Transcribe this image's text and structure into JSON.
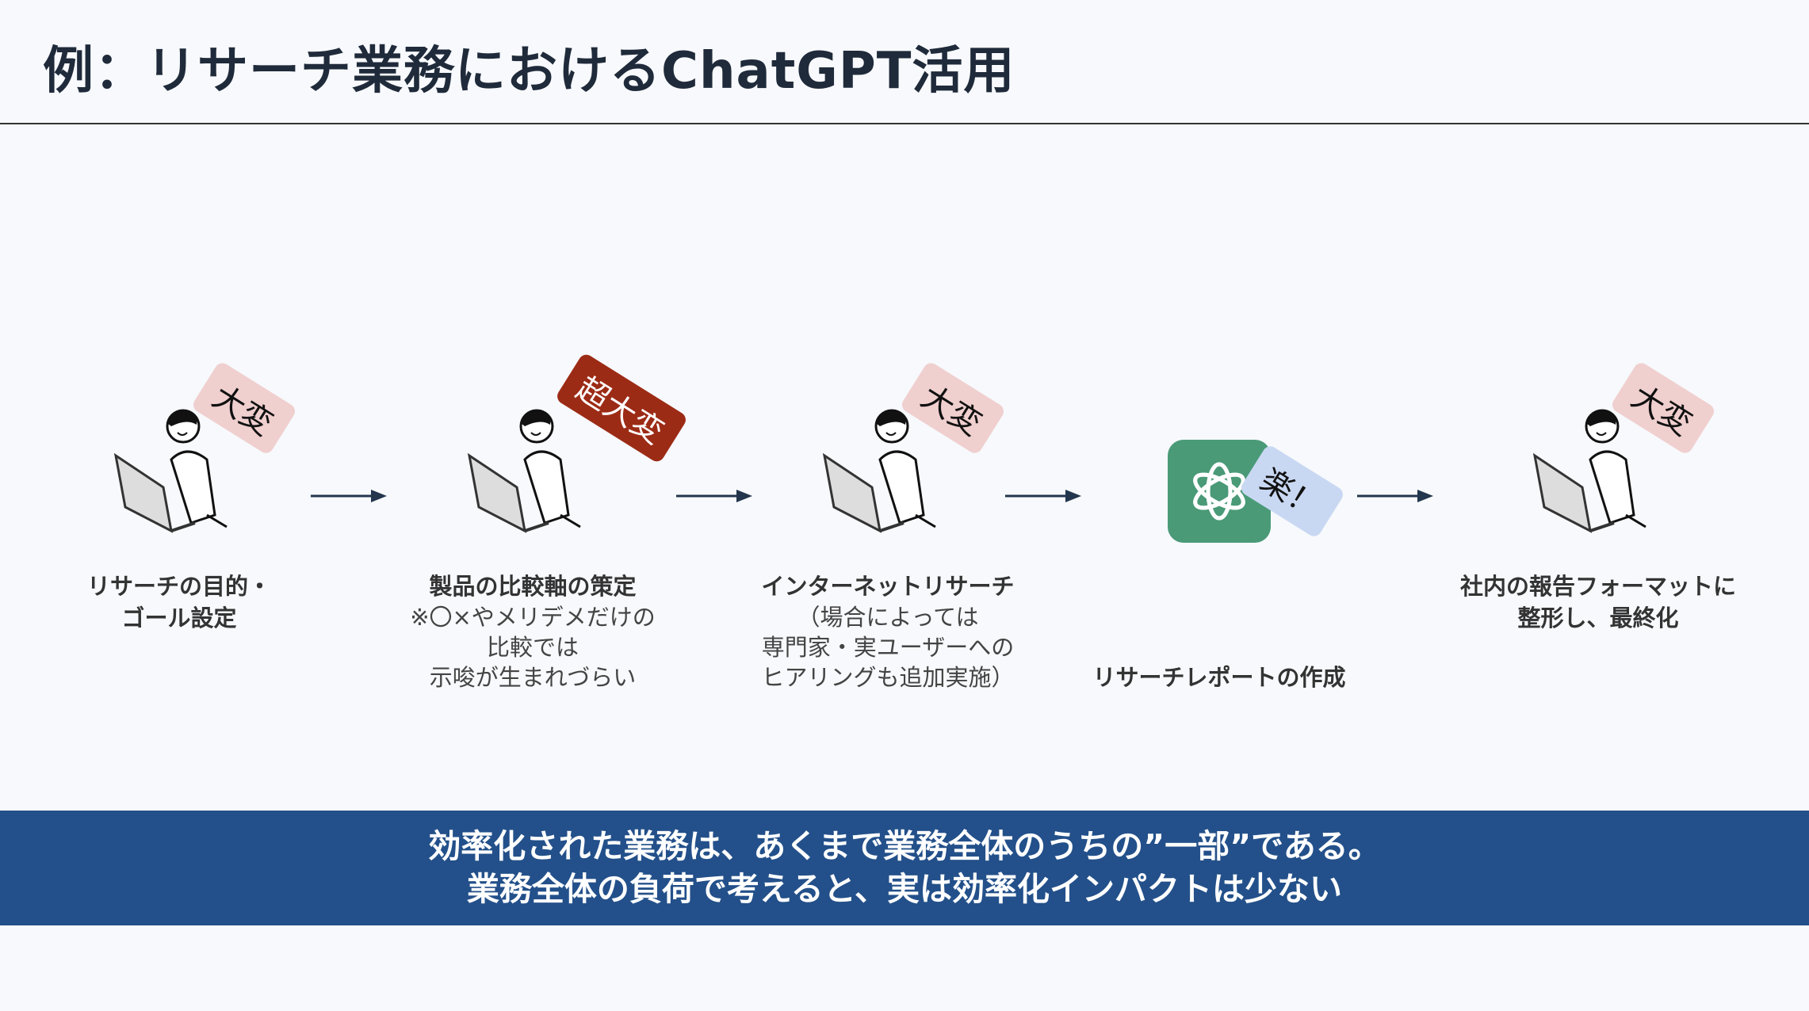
{
  "title": "例：リサーチ業務におけるChatGPT活用",
  "steps": [
    {
      "tag": "大変",
      "label": "リサーチの目的・\nゴール設定",
      "sub": ""
    },
    {
      "tag": "超大変",
      "label": "製品の比較軸の策定",
      "sub": "※〇×やメリデメだけの\n比較では\n示唆が生まれづらい"
    },
    {
      "tag": "大変",
      "label": "インターネットリサーチ",
      "sub": "（場合によっては\n専門家・実ユーザーへの\nヒアリングも追加実施）"
    },
    {
      "tag": "楽！",
      "label": "リサーチレポートの作成",
      "sub": ""
    },
    {
      "tag": "大変",
      "label": "社内の報告フォーマットに\n整形し、最終化",
      "sub": ""
    }
  ],
  "banner": {
    "line1": "効率化された業務は、あくまで業務全体のうちの”一部”である。",
    "line2": "業務全体の負荷で考えると、実は効率化インパクトは少ない"
  },
  "colors": {
    "banner": "#23508a",
    "hard": "#f0cfcf",
    "very_hard": "#9c2b16",
    "easy": "#c9d8f2",
    "chatgpt": "#4a9a78"
  }
}
